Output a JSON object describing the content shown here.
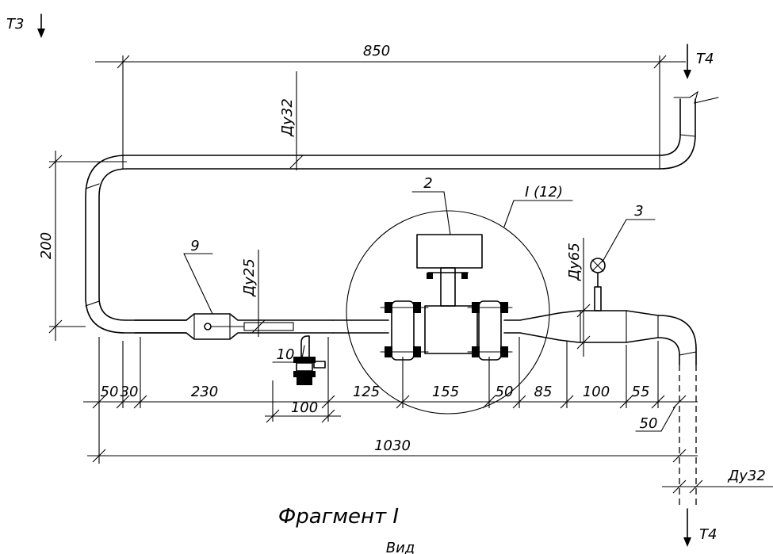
{
  "flow_labels": {
    "inlet": "Т3",
    "outlet_top": "Т4",
    "outlet_bottom": "Т4"
  },
  "pipe_sizes": {
    "upper": "Ду32",
    "lower": "Ду25",
    "expander": "Ду65",
    "outlet": "Ду32"
  },
  "dimensions": {
    "top_length": "850",
    "height": "200",
    "d50a": "50",
    "d30": "30",
    "d230": "230",
    "d100_valve": "100",
    "d125": "125",
    "d155": "155",
    "d50b": "50",
    "d85": "85",
    "d100": "100",
    "d55": "55",
    "d50_outlet": "50",
    "total": "1030"
  },
  "callouts": {
    "item_2": "2",
    "item_3": "3",
    "item_9": "9",
    "item_10": "10",
    "detail": "I (12)"
  },
  "caption": "Фрагмент I",
  "caption_bottom": "Вид"
}
